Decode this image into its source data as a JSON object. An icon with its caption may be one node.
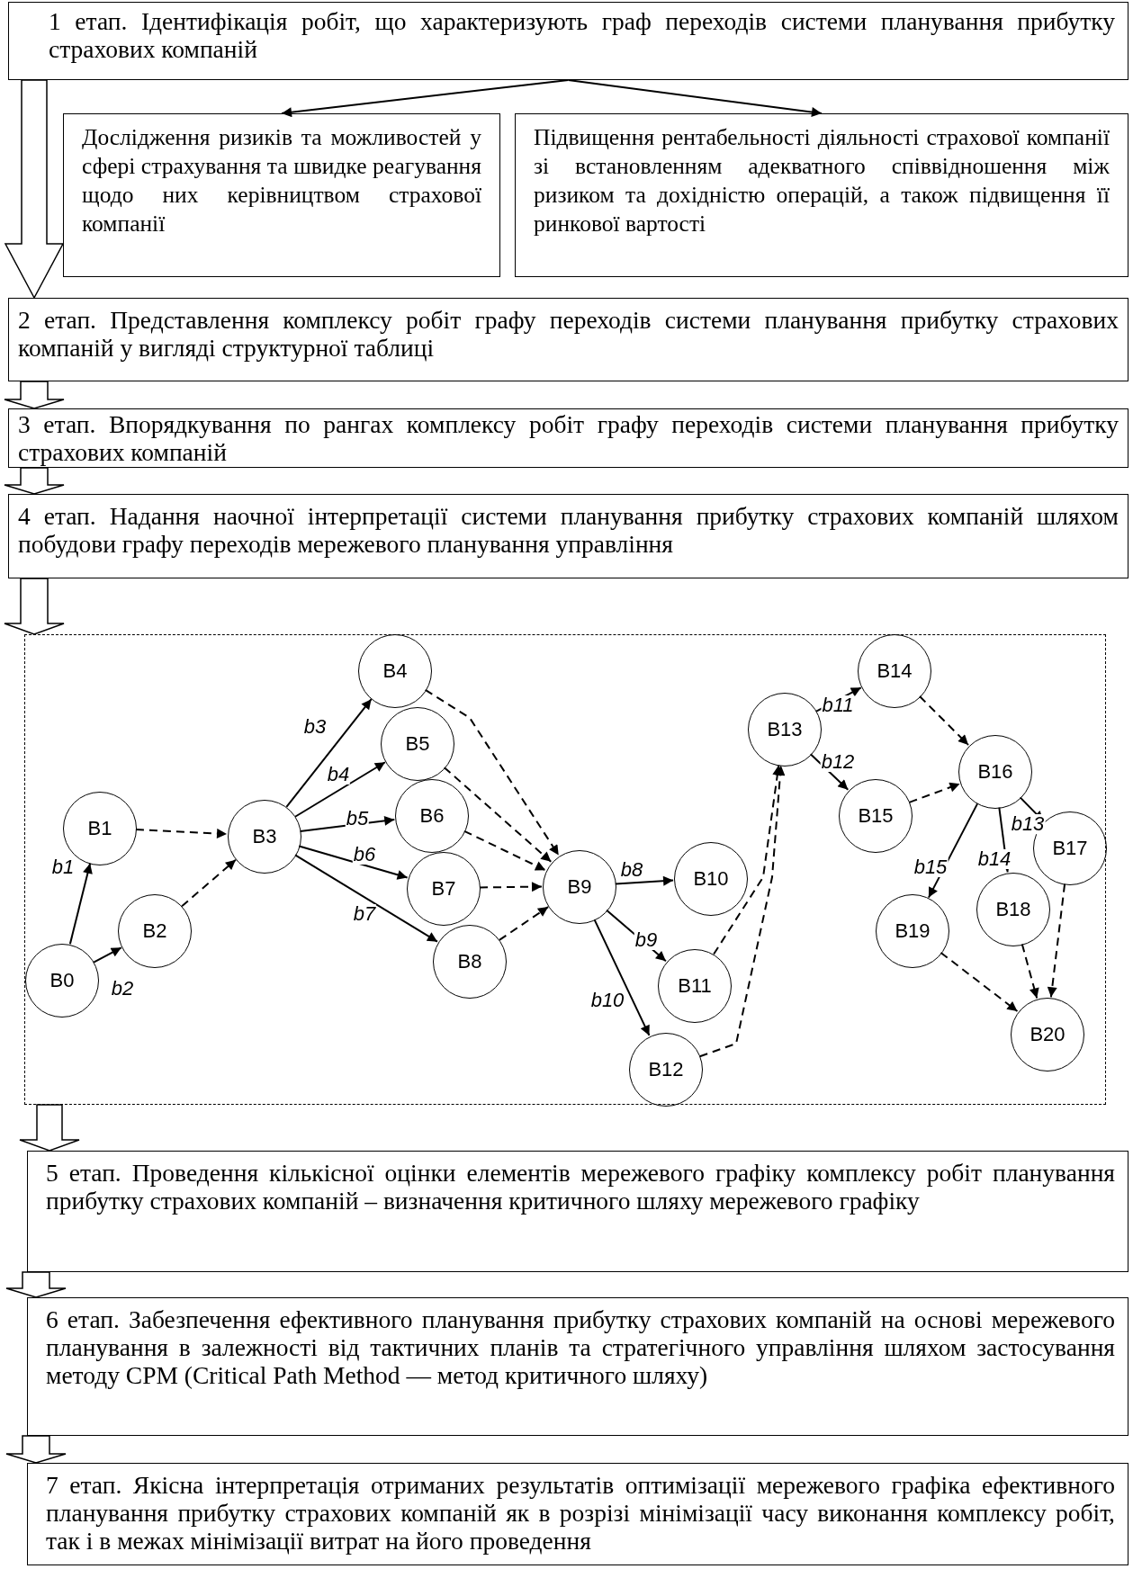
{
  "diagram": {
    "nodes": [
      {
        "text": [
          "1 етап. Ідентифікація робіт, що характеризують граф переходів системи планування прибутку страхових компаній"
        ]
      },
      {
        "text": [
          "Дослідження ризиків та можливостей у сфері страхування та швидке реагування щодо них керівництвом страхової компанії"
        ]
      },
      {
        "text": [
          "Підвищення рентабельності діяльності страхової компанії зі встановленням адекватного співвідношення між ризиком та дохідністю операцій, а також підвищення її ринкової вартості"
        ]
      },
      {
        "text": [
          "2 етап. Представлення комплексу робіт графу переходів системи планування прибутку страхових компаній у вигляді структурної таблиці"
        ]
      },
      {
        "text": [
          "3 етап. Впорядкування по рангах комплексу робіт графу переходів системи планування прибутку страхових компаній"
        ]
      },
      {
        "text": [
          "4 етап. Надання наочної інтерпретації системи планування прибутку страхових компаній шляхом побудови графу переходів мережевого планування управління"
        ]
      },
      {
        "text": [],
        "shape": "box"
      },
      {
        "text": [
          "B0"
        ],
        "in": 6
      },
      {
        "text": [
          "B1"
        ],
        "in": 6
      },
      {
        "text": [
          "B2"
        ],
        "in": 6
      },
      {
        "text": [
          "B3"
        ],
        "in": 6
      },
      {
        "text": [
          "B4"
        ],
        "in": 6
      },
      {
        "text": [
          "B5"
        ],
        "in": 6
      },
      {
        "text": [
          "B6"
        ],
        "in": 6
      },
      {
        "text": [
          "B7"
        ],
        "in": 6
      },
      {
        "text": [
          "B8"
        ],
        "in": 6
      },
      {
        "text": [
          "B9"
        ],
        "in": 6
      },
      {
        "text": [
          "B10"
        ],
        "in": 6
      },
      {
        "text": [
          "B11"
        ],
        "in": 6
      },
      {
        "text": [
          "B12"
        ],
        "in": 6
      },
      {
        "text": [
          "B13"
        ],
        "in": 6
      },
      {
        "text": [
          "B14"
        ],
        "in": 6
      },
      {
        "text": [
          "B15"
        ],
        "in": 6
      },
      {
        "text": [
          "B16"
        ],
        "in": 6
      },
      {
        "text": [
          "B17"
        ],
        "in": 6
      },
      {
        "text": [
          "B18"
        ],
        "in": 6
      },
      {
        "text": [
          "B19"
        ],
        "in": 6
      },
      {
        "text": [
          "B20"
        ],
        "in": 6
      },
      {
        "text": [
          "5 етап. Проведення кількісної оцінки елементів мережевого графіку комплексу робіт планування прибутку страхових компаній – визначення критичного шляху мережевого графіку"
        ]
      },
      {
        "text": [
          "6 етап. Забезпечення ефективного планування прибутку страхових компаній на основі мережевого планування в залежності від тактичних планів та стратегічного управління шляхом застосування методу CPM (Critical Path Method — метод критичного шляху)"
        ]
      },
      {
        "text": [
          "7 етап. Якісна інтерпретація отриманих результатів оптимізації мережевого графіка ефективного планування прибутку страхових компаній як в розрізі мінімізації часу виконання комплексу робіт, так і в межах мінімізації витрат на його проведення"
        ]
      }
    ],
    "edges": [
      {
        "from": 0,
        "to": 1,
        "arrow": "to"
      },
      {
        "from": 0,
        "to": 2,
        "arrow": "to"
      },
      {
        "from": 0,
        "to": 3,
        "arrow": "to",
        "style": "thick"
      },
      {
        "from": 3,
        "to": 4,
        "arrow": "to",
        "style": "thick"
      },
      {
        "from": 4,
        "to": 5,
        "arrow": "to",
        "style": "thick"
      },
      {
        "from": 5,
        "to": 6,
        "arrow": "to",
        "style": "thick"
      },
      {
        "from": 6,
        "to": 28,
        "arrow": "to",
        "style": "thick"
      },
      {
        "from": 28,
        "to": 29,
        "arrow": "to",
        "style": "thick"
      },
      {
        "from": 29,
        "to": 30,
        "arrow": "to",
        "style": "thick"
      },
      {
        "from": 7,
        "to": 8,
        "arrow": "to",
        "label": "b1"
      },
      {
        "from": 7,
        "to": 9,
        "arrow": "to",
        "label": "b2"
      },
      {
        "from": 8,
        "to": 10,
        "arrow": "to",
        "style": "dashed"
      },
      {
        "from": 9,
        "to": 10,
        "arrow": "to",
        "style": "dashed"
      },
      {
        "from": 10,
        "to": 11,
        "arrow": "to",
        "label": "b3"
      },
      {
        "from": 10,
        "to": 12,
        "arrow": "to",
        "label": "b4"
      },
      {
        "from": 10,
        "to": 13,
        "arrow": "to",
        "label": "b5"
      },
      {
        "from": 10,
        "to": 14,
        "arrow": "to",
        "label": "b6"
      },
      {
        "from": 10,
        "to": 15,
        "arrow": "to",
        "label": "b7"
      },
      {
        "from": 11,
        "to": 16,
        "arrow": "to",
        "style": "dashed"
      },
      {
        "from": 12,
        "to": 16,
        "arrow": "to",
        "style": "dashed"
      },
      {
        "from": 13,
        "to": 16,
        "arrow": "to",
        "style": "dashed"
      },
      {
        "from": 14,
        "to": 16,
        "arrow": "to",
        "style": "dashed"
      },
      {
        "from": 15,
        "to": 16,
        "arrow": "to",
        "style": "dashed"
      },
      {
        "from": 16,
        "to": 17,
        "arrow": "to",
        "label": "b8"
      },
      {
        "from": 16,
        "to": 18,
        "arrow": "to",
        "label": "b9"
      },
      {
        "from": 16,
        "to": 19,
        "arrow": "to",
        "label": "b10"
      },
      {
        "from": 18,
        "to": 20,
        "arrow": "to",
        "style": "dashed"
      },
      {
        "from": 19,
        "to": 20,
        "arrow": "to",
        "style": "dashed"
      },
      {
        "from": 20,
        "to": 21,
        "arrow": "to",
        "label": "b11"
      },
      {
        "from": 20,
        "to": 22,
        "arrow": "to",
        "label": "b12"
      },
      {
        "from": 21,
        "to": 23,
        "arrow": "to",
        "style": "dashed"
      },
      {
        "from": 22,
        "to": 23,
        "arrow": "to",
        "style": "dashed"
      },
      {
        "from": 23,
        "to": 24,
        "arrow": "to",
        "label": "b13"
      },
      {
        "from": 23,
        "to": 25,
        "arrow": "to",
        "label": "b14"
      },
      {
        "from": 23,
        "to": 26,
        "arrow": "to",
        "label": "b15"
      },
      {
        "from": 26,
        "to": 27,
        "arrow": "to",
        "style": "dashed"
      },
      {
        "from": 25,
        "to": 27,
        "arrow": "to",
        "style": "dashed"
      },
      {
        "from": 24,
        "to": 27,
        "arrow": "to",
        "style": "dashed"
      }
    ]
  }
}
